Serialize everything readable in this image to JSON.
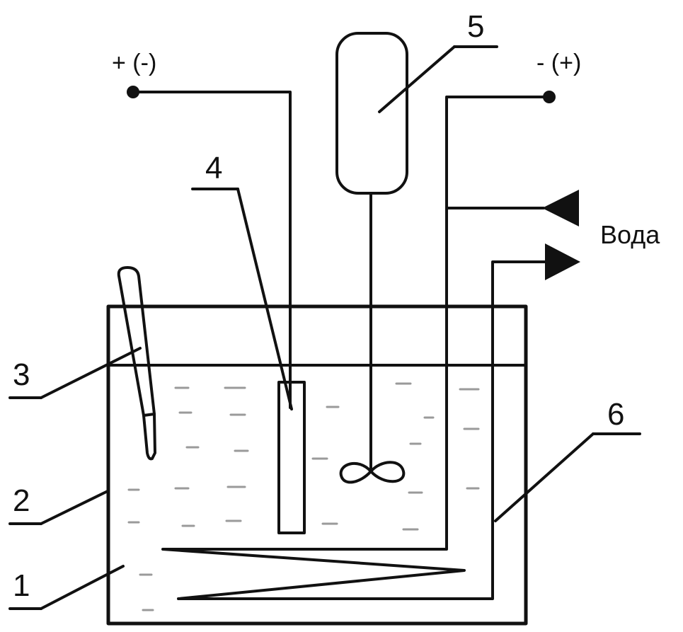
{
  "labels": {
    "n1": "1",
    "n2": "2",
    "n3": "3",
    "n4": "4",
    "n5": "5",
    "n6": "6"
  },
  "terminals": {
    "left": "+ (-)",
    "right": "- (+)"
  },
  "water": "Вода"
}
